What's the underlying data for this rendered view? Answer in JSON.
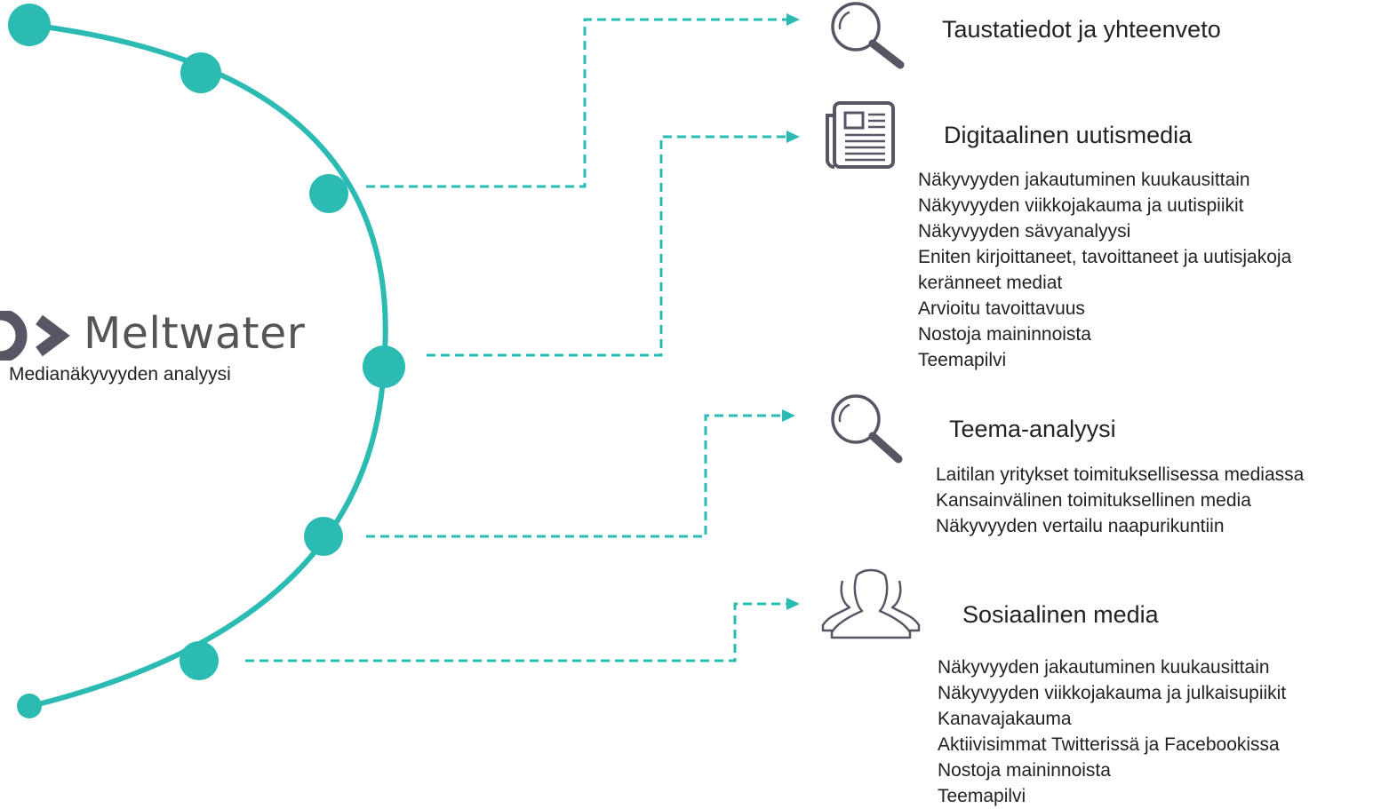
{
  "colors": {
    "teal": "#2bbbb3",
    "icon_gray": "#575665"
  },
  "brand": {
    "name": "Meltwater",
    "subtitle": "Medianäkyvyyden analyysi",
    "logo_icon": "meltwater-logo-icon"
  },
  "sections": [
    {
      "icon": "search-icon",
      "title": "Taustatiedot ja yhteenveto",
      "items": []
    },
    {
      "icon": "newspaper-icon",
      "title": "Digitaalinen uutismedia",
      "items": [
        "Näkyvyyden jakautuminen kuukausittain",
        "Näkyvyyden viikkojakauma ja uutispiikit",
        "Näkyvyyden sävyanalyysi",
        "Eniten kirjoittaneet, tavoittaneet ja uutisjakoja",
        "keränneet mediat",
        "Arvioitu tavoittavuus",
        "Nostoja maininnoista",
        "Teemapilvi"
      ]
    },
    {
      "icon": "search-icon",
      "title": "Teema-analyysi",
      "items": [
        "Laitilan yritykset toimituksellisessa mediassa",
        "Kansainvälinen toimituksellinen media",
        "Näkyvyyden vertailu naapurikuntiin"
      ]
    },
    {
      "icon": "users-icon",
      "title": "Sosiaalinen media",
      "items": [
        "Näkyvyyden jakautuminen kuukausittain",
        "Näkyvyyden viikkojakauma ja julkaisupiikit",
        "Kanavajakauma",
        "Aktiivisimmat Twitterissä ja Facebookissa",
        "Nostoja maininnoista",
        "Teemapilvi"
      ]
    }
  ]
}
